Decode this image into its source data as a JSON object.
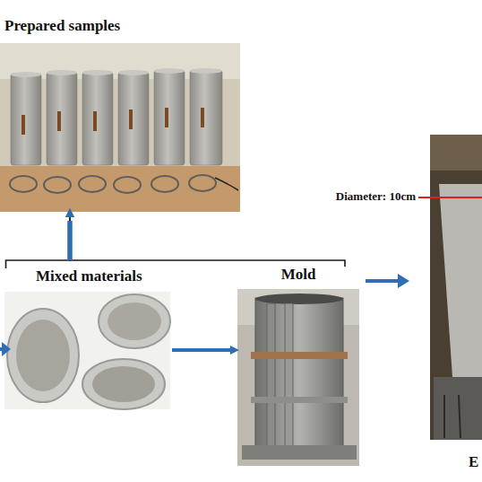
{
  "diagram": {
    "nodes": [
      {
        "text": [
          "Prepared samples"
        ]
      },
      {
        "text": [
          "Mixed materials"
        ]
      },
      {
        "text": [
          "Mold"
        ]
      }
    ],
    "edges": [
      {
        "from": 1,
        "to": 2,
        "arrow": "to"
      },
      {
        "from": 1,
        "to": 0,
        "arrow": "to"
      },
      {
        "from": 2,
        "to": 0,
        "arrow": "to"
      }
    ],
    "labels": [
      "Diameter: 10cm",
      "E"
    ]
  }
}
